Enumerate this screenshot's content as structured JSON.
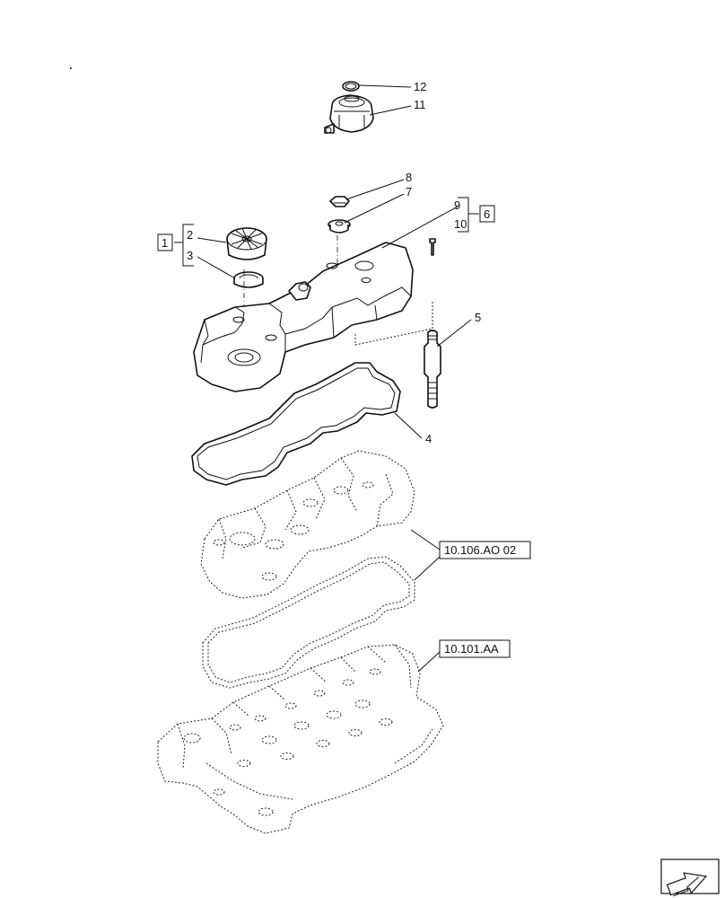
{
  "callouts": {
    "c1": "1",
    "c2": "2",
    "c3": "3",
    "c4": "4",
    "c5": "5",
    "c6": "6",
    "c7": "7",
    "c8": "8",
    "c9": "9",
    "c10": "10",
    "c11": "11",
    "c12": "12"
  },
  "references": {
    "ref_head_cover": "10.106.AO 02",
    "ref_cylinder_head": "10.101.AA"
  },
  "icons": {
    "nav": "next-page-arrow-icon"
  }
}
